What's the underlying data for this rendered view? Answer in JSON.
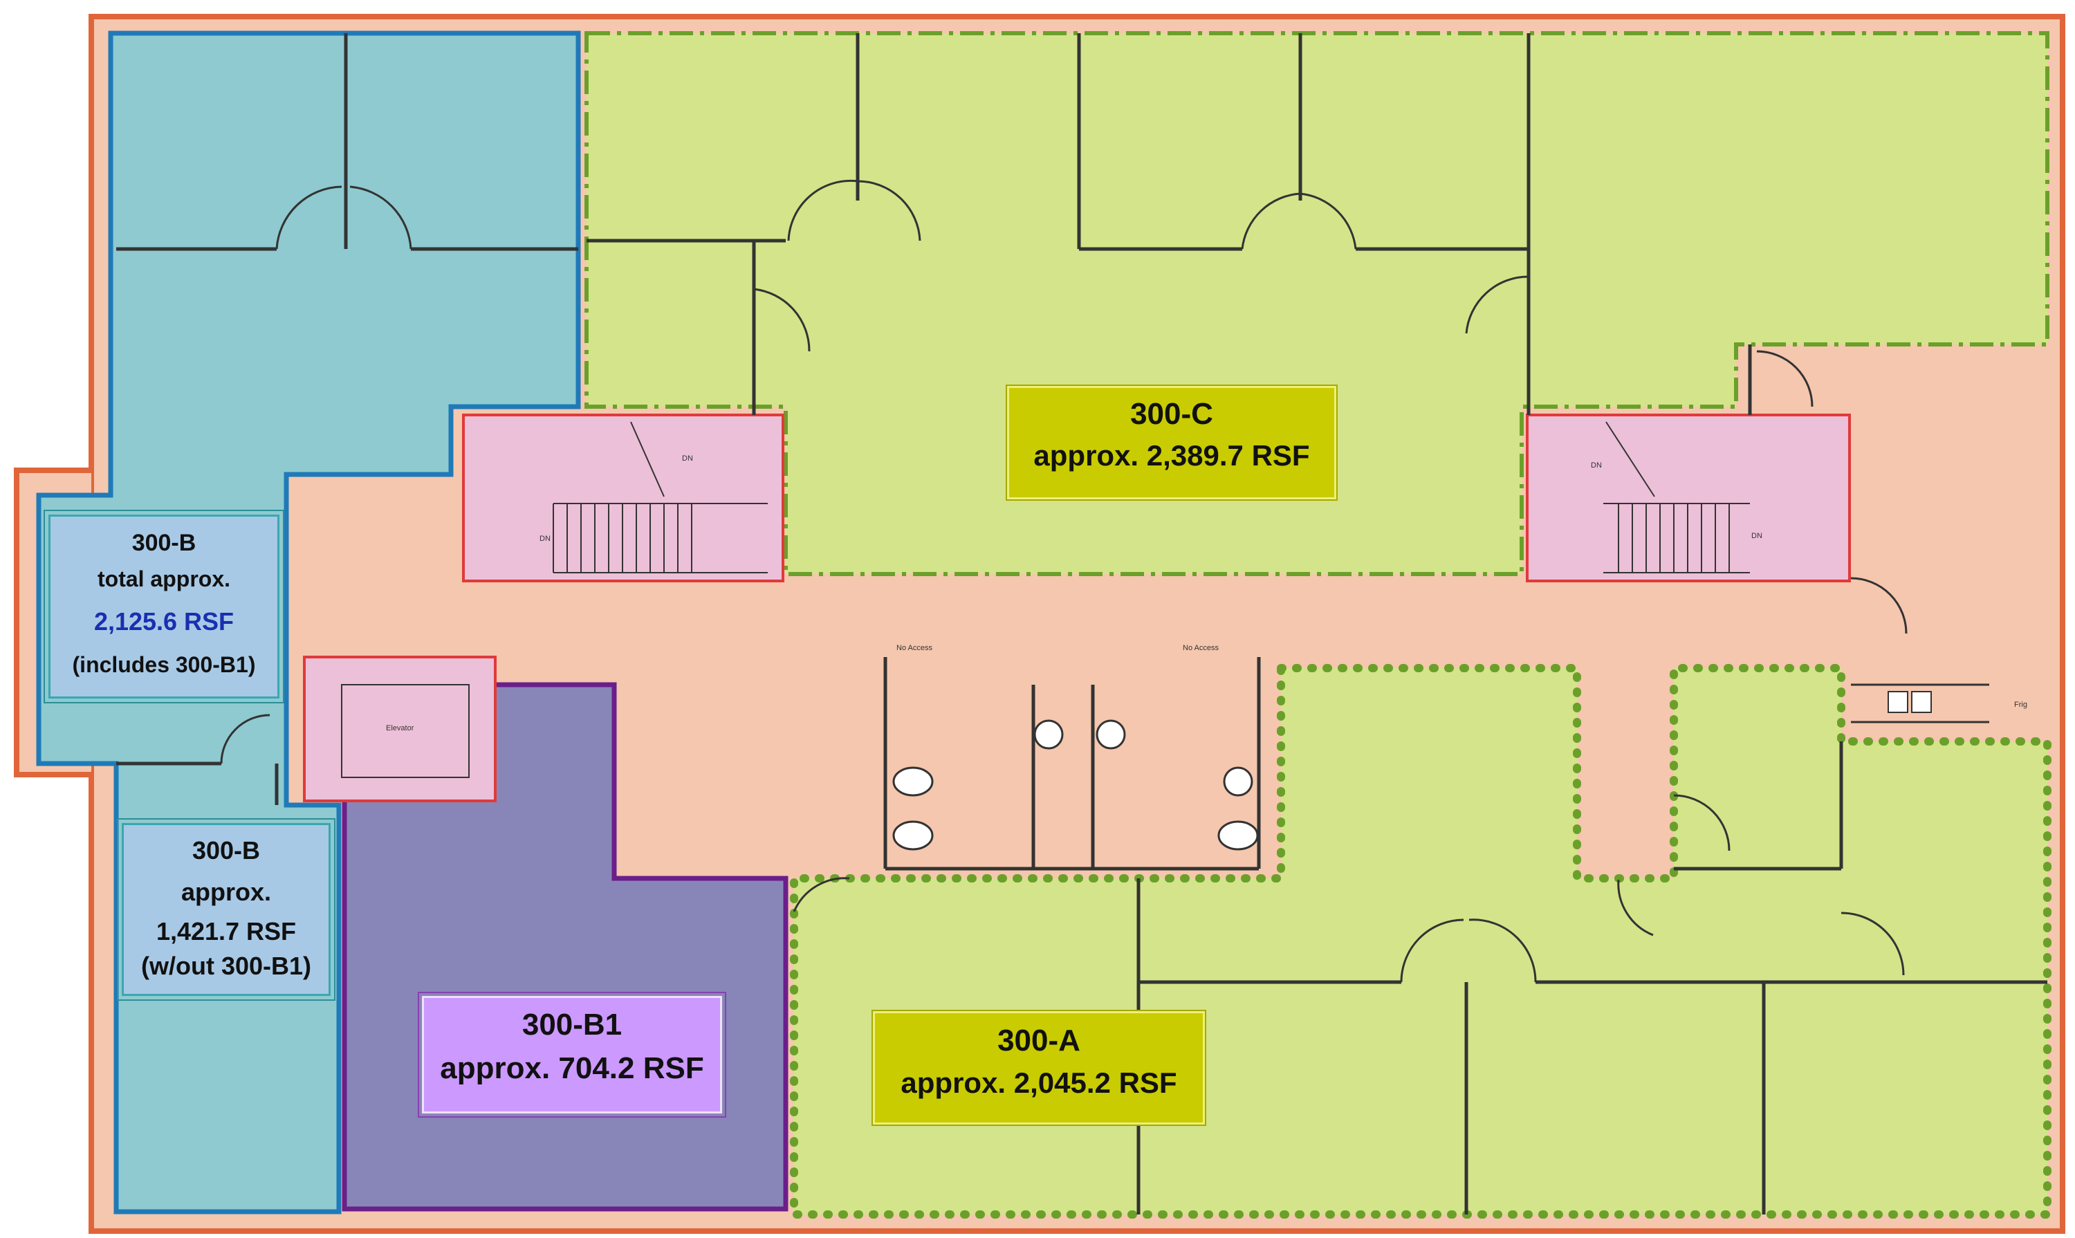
{
  "suites": {
    "c": {
      "name": "300-C",
      "area": "approx. 2,389.7 RSF",
      "fill": "#d4e48a",
      "border": "#6aa02a"
    },
    "a": {
      "name": "300-A",
      "area": "approx. 2,045.2 RSF",
      "fill": "#d4e48a",
      "border": "#6aa02a"
    },
    "b_total": {
      "name": "300-B",
      "line2": "total approx.",
      "area": "2,125.6 RSF",
      "note": "(includes 300-B1)"
    },
    "b": {
      "name": "300-B",
      "line2": "approx.",
      "area": "1,421.7 RSF",
      "note": "(w/out 300-B1)",
      "fill": "#8ecad0",
      "border": "#1f7ab8"
    },
    "b1": {
      "name": "300-B1",
      "area": "approx. 704.2 RSF",
      "fill": "#8886b8",
      "border": "#6a1f8a"
    }
  },
  "common_fill": "#f4c7ae",
  "stair_fill": "#ecc0d8",
  "plan_text": {
    "dn1": "DN",
    "dn2": "DN",
    "dn3": "DN",
    "dn4": "DN",
    "no_access_1": "No Access",
    "no_access_2": "No Access",
    "elevator": "Elevator",
    "frig": "Frig"
  }
}
